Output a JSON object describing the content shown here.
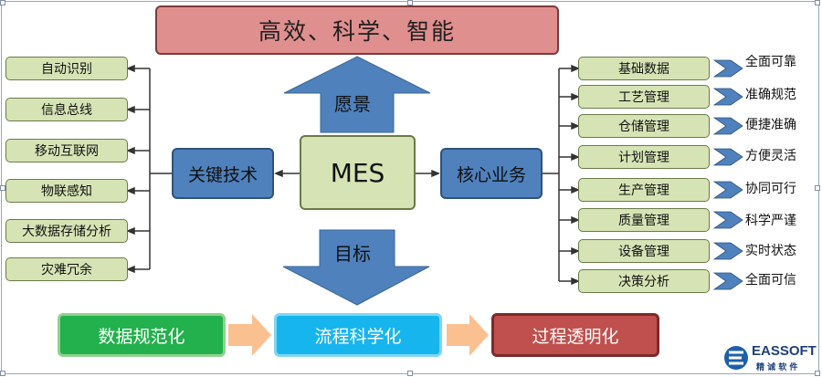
{
  "title": "高效、科学、智能",
  "vision_label": "愿景",
  "goal_label": "目标",
  "center": "MES",
  "left_hub": "关键技术",
  "right_hub": "核心业务",
  "left_items": [
    "自动识别",
    "信息总线",
    "移动互联网",
    "物联感知",
    "大数据存储分析",
    "灾难冗余"
  ],
  "right_items": [
    "基础数据",
    "工艺管理",
    "仓储管理",
    "计划管理",
    "生产管理",
    "质量管理",
    "设备管理",
    "决策分析"
  ],
  "right_qualities": [
    "全面可靠",
    "准确规范",
    "便捷准确",
    "方便灵活",
    "协同可行",
    "科学严谨",
    "实时状态",
    "全面可信"
  ],
  "bottom_steps": [
    "数据规范化",
    "流程科学化",
    "过程透明化"
  ],
  "logo": {
    "name": "EASSOFT",
    "sub": "精 诚 软 件",
    "icon": "eassoft-logo-icon"
  },
  "colors": {
    "title_bg": "#e08f8f",
    "hub": "#4f81bd",
    "item_bg": "#d6e4b5",
    "arrow": "#4f81bd",
    "green": "#22b14c",
    "blue": "#17b5ee",
    "red": "#c0504d"
  }
}
